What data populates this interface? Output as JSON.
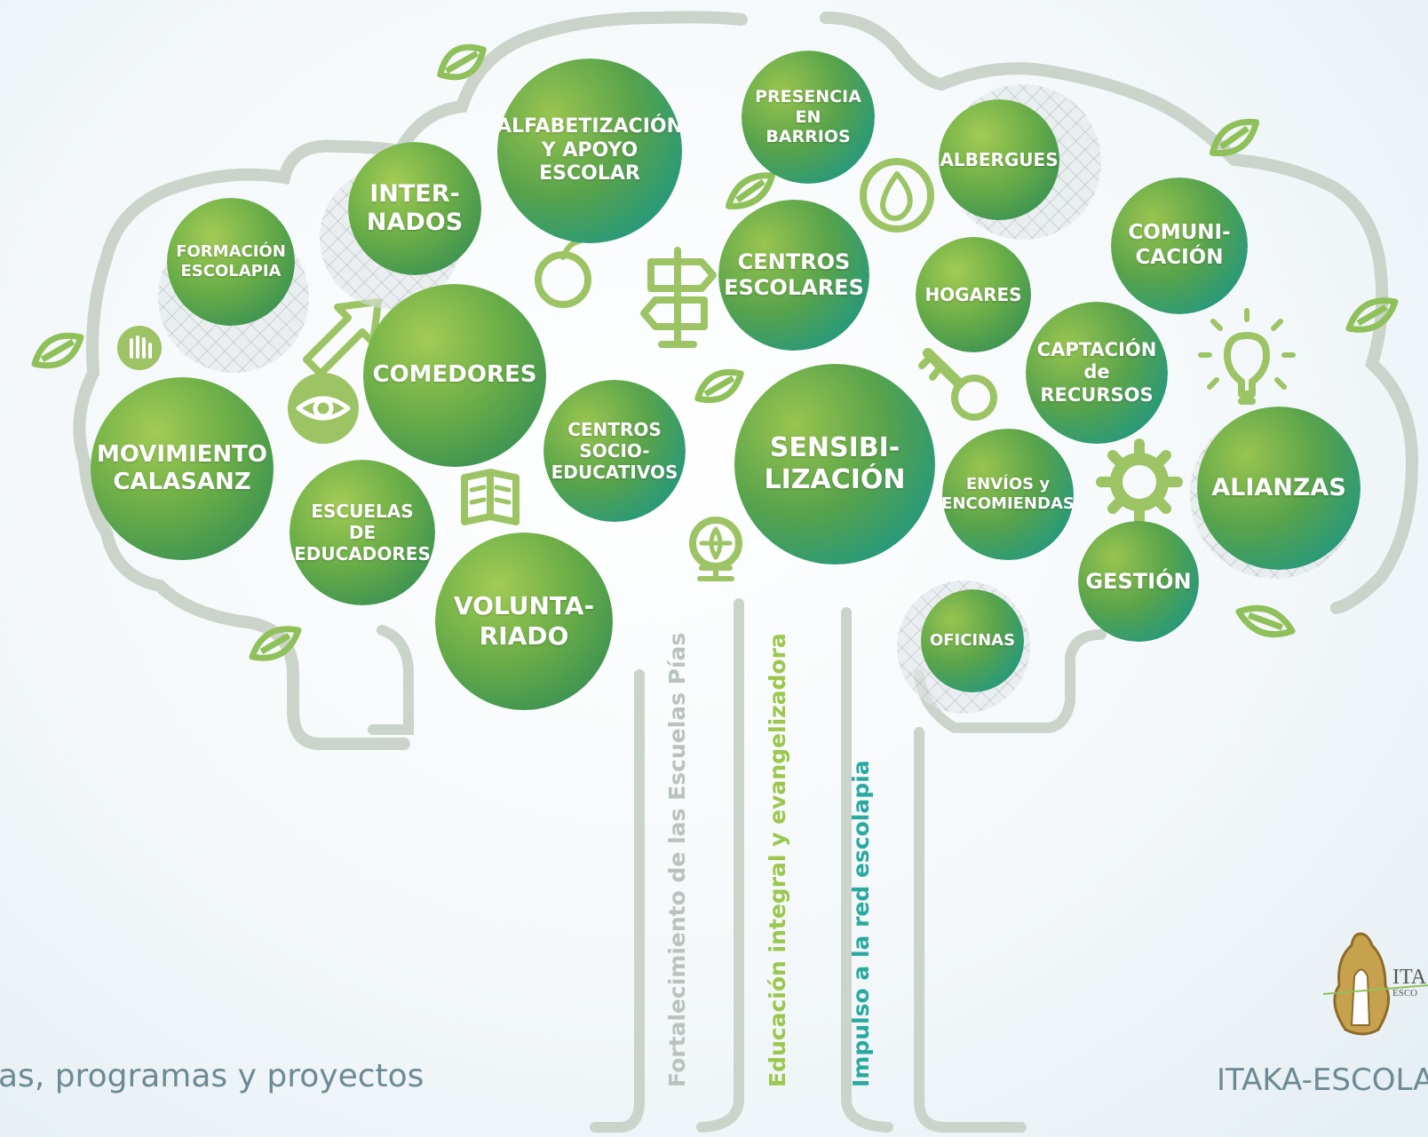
{
  "colors": {
    "outline": "#c8d2c8",
    "leaf": "#8fc05a",
    "icon": "#9cc464",
    "circle_light": "#8cc04e",
    "circle_mid": "#4f9a45",
    "circle_teal": "#1f9893",
    "label_grey": "#b9c3bd",
    "label_green": "#9ac74c",
    "label_teal": "#2aa9a0",
    "footer": "#6d8a94"
  },
  "circles": [
    {
      "id": "formacion",
      "label": "FORMACIÓN\nESCOLAPIA"
    },
    {
      "id": "internados",
      "label": "INTER-\nNADOS"
    },
    {
      "id": "alfabetizacion",
      "label": "ALFABETIZACIÓN\nY APOYO\nESCOLAR"
    },
    {
      "id": "presencia",
      "label": "PRESENCIA\nEN\nBARRIOS"
    },
    {
      "id": "albergues",
      "label": "ALBERGUES"
    },
    {
      "id": "comunicacion",
      "label": "COMUNI-\nCACIÓN"
    },
    {
      "id": "centros-escolares",
      "label": "CENTROS\nESCOLARES"
    },
    {
      "id": "hogares",
      "label": "HOGARES"
    },
    {
      "id": "captacion",
      "label": "CAPTACIÓN\nde\nRECURSOS"
    },
    {
      "id": "comedores",
      "label": "COMEDORES"
    },
    {
      "id": "centros-socio",
      "label": "CENTROS\nSOCIO-\nEDUCATIVOS"
    },
    {
      "id": "sensibilizacion",
      "label": "SENSIBI-\nLIZACIÓN"
    },
    {
      "id": "envios",
      "label": "ENVÍOS y\nENCOMIENDAS"
    },
    {
      "id": "alianzas",
      "label": "ALIANZAS"
    },
    {
      "id": "movimiento",
      "label": "MOVIMIENTO\nCALASANZ"
    },
    {
      "id": "escuelas",
      "label": "ESCUELAS\nDE\nEDUCADORES"
    },
    {
      "id": "voluntariado",
      "label": "VOLUNTA-\nRIADO"
    },
    {
      "id": "gestion",
      "label": "GESTIÓN"
    },
    {
      "id": "oficinas",
      "label": "OFICINAS"
    }
  ],
  "branches": {
    "fortalecimiento": "Fortalecimiento de las Escuelas Pías",
    "educacion": "Educación integral y evangelizadora",
    "impulso": "Impulso a la red escolapia"
  },
  "footer": {
    "left": "as, programas y proyectos",
    "right": "ITAKA-ESCOLAPI",
    "logo_text": "ITA",
    "logo_subtext": "ESCO"
  },
  "icons": [
    "leaf-icon",
    "hand-icon",
    "arrow-icon",
    "eye-icon",
    "book-icon",
    "apple-icon",
    "signpost-icon",
    "globe-icon",
    "flame-icon",
    "key-icon",
    "gear-icon",
    "lightbulb-icon",
    "recycle-icon"
  ]
}
